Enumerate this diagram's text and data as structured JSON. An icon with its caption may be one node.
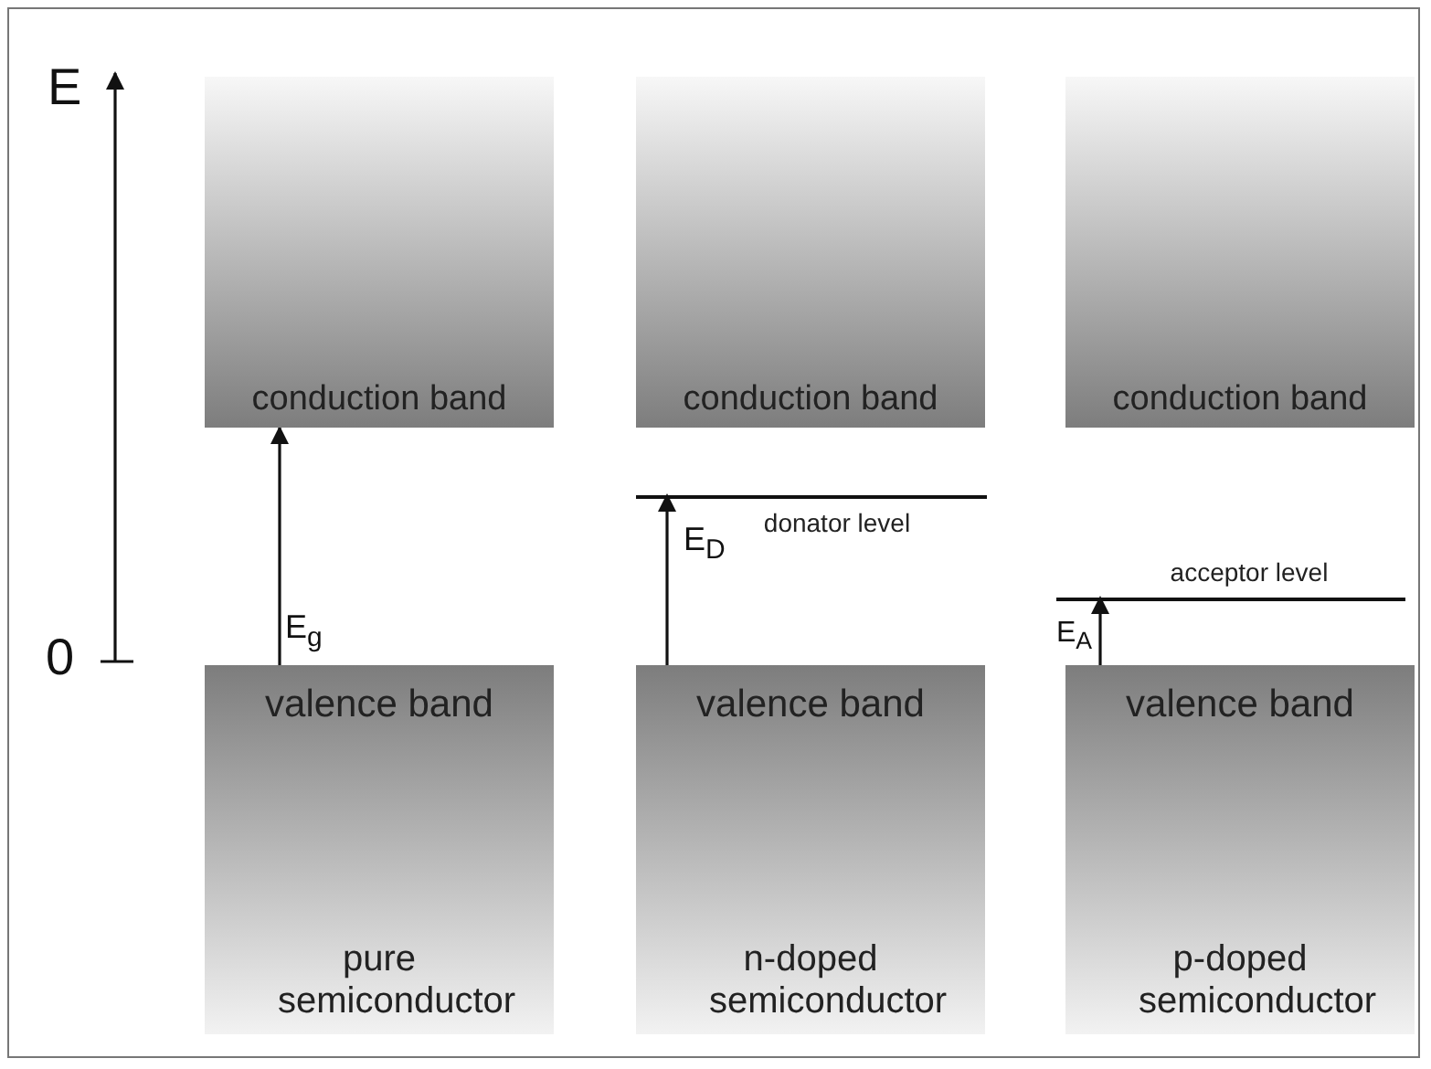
{
  "diagram": {
    "nodes": [
      {
        "text": [
          "conduction band"
        ]
      },
      {
        "text": [
          "valence band",
          "pure semiconductor"
        ]
      },
      {
        "text": [
          "conduction band"
        ]
      },
      {
        "text": [
          "donator level"
        ]
      },
      {
        "text": [
          "valence band",
          "n-doped semiconductor"
        ]
      },
      {
        "text": [
          "conduction band"
        ]
      },
      {
        "text": [
          "acceptor level"
        ]
      },
      {
        "text": [
          "valence band",
          "p-doped semiconductor"
        ]
      }
    ],
    "edges": [
      {
        "from": 1,
        "to": 0,
        "arrow": "to",
        "label": "E$_{g}$"
      },
      {
        "from": 4,
        "to": 3,
        "arrow": "to",
        "label": "E$_{D}$"
      },
      {
        "from": 7,
        "to": 6,
        "arrow": "to",
        "label": "E$_{A}$"
      }
    ],
    "labels": [
      "E",
      "0"
    ]
  }
}
